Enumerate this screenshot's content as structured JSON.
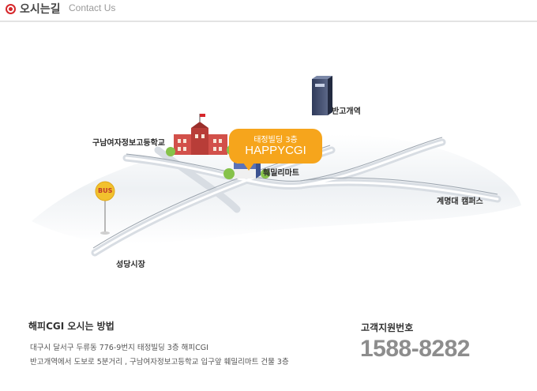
{
  "header": {
    "title": "오시는길",
    "subtitle": "Contact Us"
  },
  "map": {
    "callout": {
      "building_floor": "태정빌딩 3층",
      "company": "HAPPYCGI"
    },
    "landmarks": {
      "school": "구남여자정보고등학교",
      "station": "반고개역",
      "mart": "훼밀리마트",
      "campus": "계명대 캠퍼스",
      "market": "성당시장",
      "bus_sign": "BUS"
    }
  },
  "directions": {
    "title": "해피CGI 오시는 방법",
    "address": "대구시 달서구 두류동 776-9번지 태정빌딩 3층 해피CGI",
    "walking": "반고개역에서 도보로 5분거리 , 구남여자정보고등학교 입구앞 훼밀리마트 건물 3층"
  },
  "contact": {
    "label": "고객지원번호",
    "phone": "1588-8282"
  },
  "colors": {
    "accent_red": "#d6272b",
    "callout_orange": "#f6a51c",
    "phone_gray": "#8d8d8d"
  }
}
